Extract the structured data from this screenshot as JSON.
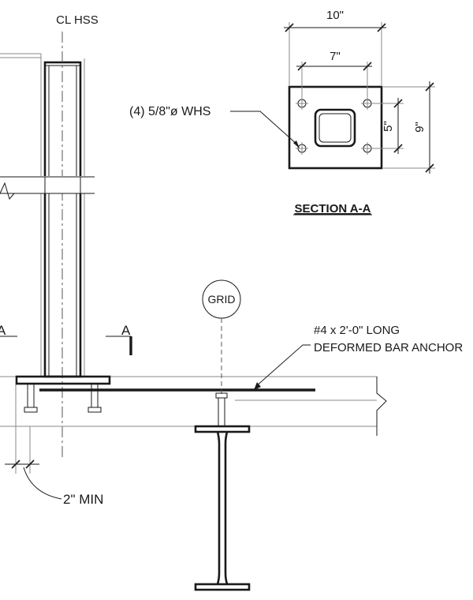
{
  "labels": {
    "centerline": "CL HSS",
    "dim_overall_width": "10\"",
    "dim_bolt_spacing_h": "7\"",
    "dim_bolt_spacing_v": "5\"",
    "dim_overall_height": "9\"",
    "studs_callout": "(4) 5/8\"ø WHS",
    "section_title": "SECTION A-A",
    "grid_bubble": "GRID",
    "section_cut_left": "A",
    "section_cut_right": "A",
    "anchor_line1": "#4 x 2'-0\" LONG",
    "anchor_line2": "DEFORMED BAR ANCHOR",
    "min_dimension": "2\" MIN"
  }
}
